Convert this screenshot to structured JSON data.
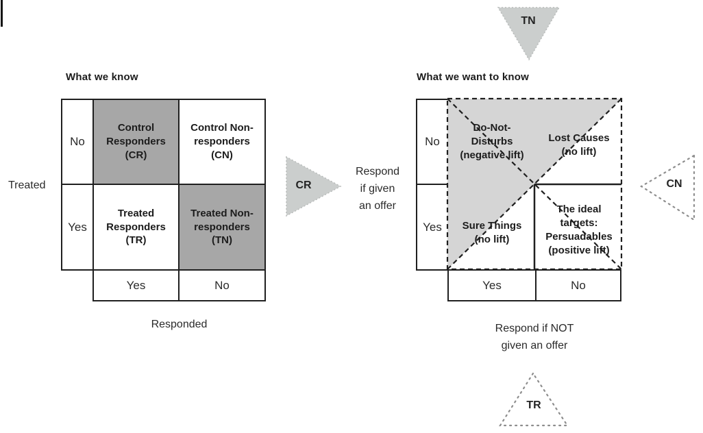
{
  "figure": {
    "description": "Uplift modeling quadrant diagram"
  },
  "colors": {
    "line": "#1f1f1f",
    "dark_cell_gray": "#a7a7a7",
    "light_region_gray": "#d5d5d5",
    "triangle_fill_gray": "#cbcecd",
    "dotted_stroke_gray": "#8d8d8d",
    "background": "#ffffff"
  },
  "left_matrix": {
    "title": "What we know",
    "row_axis_label": "Treated",
    "col_axis_label": "Responded",
    "row_labels": [
      "No",
      "Yes"
    ],
    "col_labels": [
      "Yes",
      "No"
    ],
    "cells": {
      "control_responders": {
        "lines": [
          "Control",
          "Responders",
          "(CR)"
        ],
        "shaded": true
      },
      "control_nonresponders": {
        "lines": [
          "Control Non-",
          "responders",
          "(CN)"
        ],
        "shaded": false
      },
      "treated_responders": {
        "lines": [
          "Treated",
          "Responders",
          "(TR)"
        ],
        "shaded": false
      },
      "treated_nonresponders": {
        "lines": [
          "Treated Non-",
          "responders",
          "(TN)"
        ],
        "shaded": true
      }
    }
  },
  "right_matrix": {
    "title": "What we want to know",
    "row_axis_lines": [
      "Respond",
      "if given",
      "an offer"
    ],
    "col_axis_lines": [
      "Respond if NOT",
      "given an offer"
    ],
    "row_labels": [
      "No",
      "Yes"
    ],
    "col_labels": [
      "Yes",
      "No"
    ],
    "cells": {
      "do_not_disturbs": {
        "lines": [
          "Do-Not-",
          "Disturbs",
          "(negative lift)"
        ]
      },
      "lost_causes": {
        "lines": [
          "Lost Causes",
          "(no lift)"
        ]
      },
      "sure_things": {
        "lines": [
          "Sure Things",
          "(no lift)"
        ]
      },
      "persuadables": {
        "lines": [
          "The ideal",
          "targets:",
          "Persuadables",
          "(positive lift)"
        ]
      }
    }
  },
  "triangles": {
    "top": "TN",
    "left": "CR",
    "right": "CN",
    "bottom": "TR"
  }
}
